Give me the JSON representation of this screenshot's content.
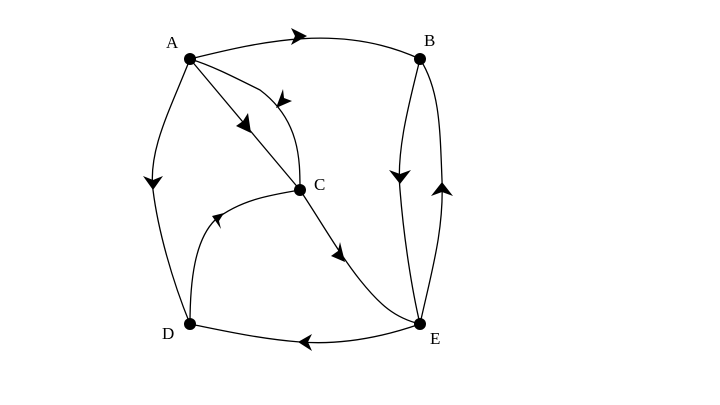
{
  "diagram": {
    "type": "directed-graph",
    "nodes": [
      {
        "id": "A",
        "label": "A"
      },
      {
        "id": "B",
        "label": "B"
      },
      {
        "id": "C",
        "label": "C"
      },
      {
        "id": "D",
        "label": "D"
      },
      {
        "id": "E",
        "label": "E"
      }
    ],
    "edges": [
      {
        "from": "A",
        "to": "B"
      },
      {
        "from": "A",
        "to": "C"
      },
      {
        "from": "C",
        "to": "A"
      },
      {
        "from": "A",
        "to": "D"
      },
      {
        "from": "B",
        "to": "E"
      },
      {
        "from": "E",
        "to": "B"
      },
      {
        "from": "C",
        "to": "E"
      },
      {
        "from": "D",
        "to": "C"
      },
      {
        "from": "E",
        "to": "D"
      }
    ]
  },
  "colors": {
    "stroke": "#000000",
    "background": "#ffffff"
  }
}
